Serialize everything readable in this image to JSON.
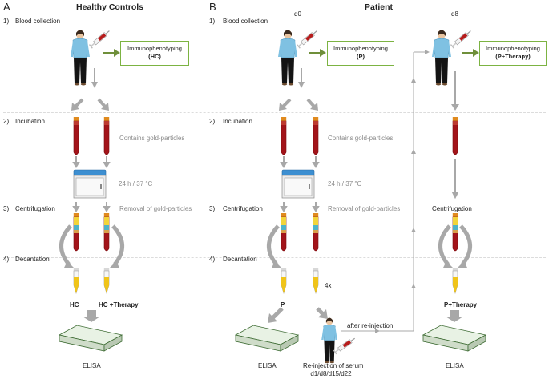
{
  "panel_a": {
    "letter": "A",
    "title": "Healthy Controls",
    "steps": [
      {
        "num": "1)",
        "label": "Blood collection"
      },
      {
        "num": "2)",
        "label": "Incubation"
      },
      {
        "num": "3)",
        "label": "Centrifugation"
      },
      {
        "num": "4)",
        "label": "Decantation"
      }
    ],
    "box": {
      "line1": "Immunophenotyping",
      "line2": "(HC)"
    },
    "gold_note": "Contains gold-particles",
    "incubation_cond": "24 h / 37 °C",
    "removal_note": "Removal of gold-particles",
    "tube_labels": [
      "HC",
      "HC +Therapy"
    ],
    "elisa": "ELISA"
  },
  "panel_b": {
    "letter": "B",
    "title": "Patient",
    "d0": "d0",
    "d8": "d8",
    "steps": [
      {
        "num": "1)",
        "label": "Blood collection"
      },
      {
        "num": "2)",
        "label": "Incubation"
      },
      {
        "num": "3)",
        "label": "Centrifugation"
      },
      {
        "num": "4)",
        "label": "Decantation"
      }
    ],
    "box_p": {
      "line1": "Immunophenotyping",
      "line2": "(P)"
    },
    "box_pt": {
      "line1": "Immunophenotyping",
      "line2": "(P+Therapy)"
    },
    "gold_note": "Contains gold-particles",
    "incubation_cond": "24 h / 37 °C",
    "removal_note": "Removal of gold-particles",
    "repeat": "4x",
    "tube_label_p": "P",
    "tube_label_pt": "P+Therapy",
    "centrifugation_right": "Centrifugation",
    "after_reinjection": "after re-injection",
    "reinjection": {
      "line1": "Re-injection of serum",
      "line2": "d1/d8/d15/d22"
    },
    "elisa_left": "ELISA",
    "elisa_right": "ELISA"
  }
}
